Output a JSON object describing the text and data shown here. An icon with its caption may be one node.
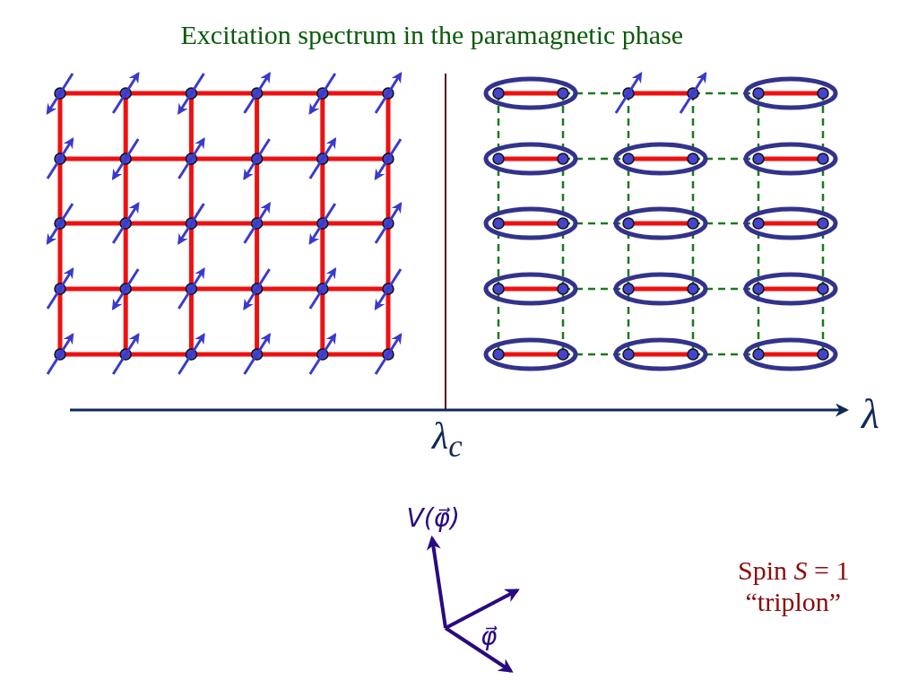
{
  "diagram": {
    "title": "Excitation spectrum in the paramagnetic phase",
    "labels": [
      "λ",
      "λ$_{c}$",
      "V(φ⃗)",
      "φ⃗",
      "Spin *S* = 1",
      "“triplon”"
    ]
  }
}
